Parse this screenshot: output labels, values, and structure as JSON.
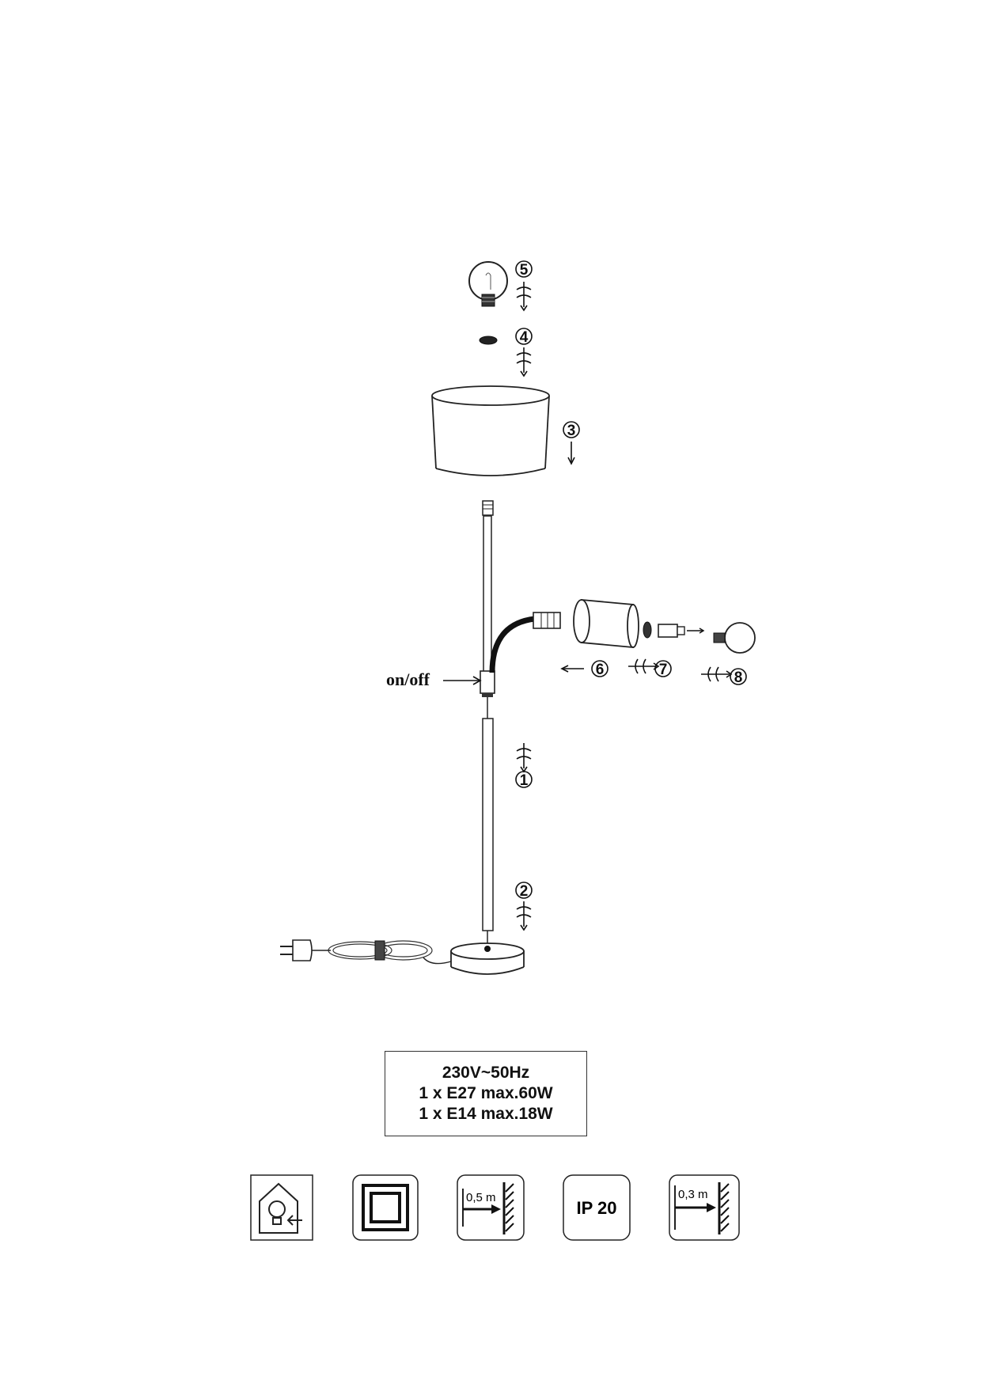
{
  "callouts": {
    "step1": "1",
    "step2": "2",
    "step3": "3",
    "step4": "4",
    "step5": "5",
    "step6": "6",
    "step7": "7",
    "step8": "8",
    "switch_label": "on/off"
  },
  "specs": {
    "line1": "230V~50Hz",
    "line2": "1 x E27 max.60W",
    "line3": "1 x E14 max.18W"
  },
  "symbols": [
    {
      "name": "indoor-use-icon"
    },
    {
      "name": "protection-class-ii-icon"
    },
    {
      "name": "min-distance-icon",
      "label": "0,5 m"
    },
    {
      "name": "ip-rating-icon",
      "label": "IP 20"
    },
    {
      "name": "min-distance-icon",
      "label": "0,3 m"
    }
  ]
}
